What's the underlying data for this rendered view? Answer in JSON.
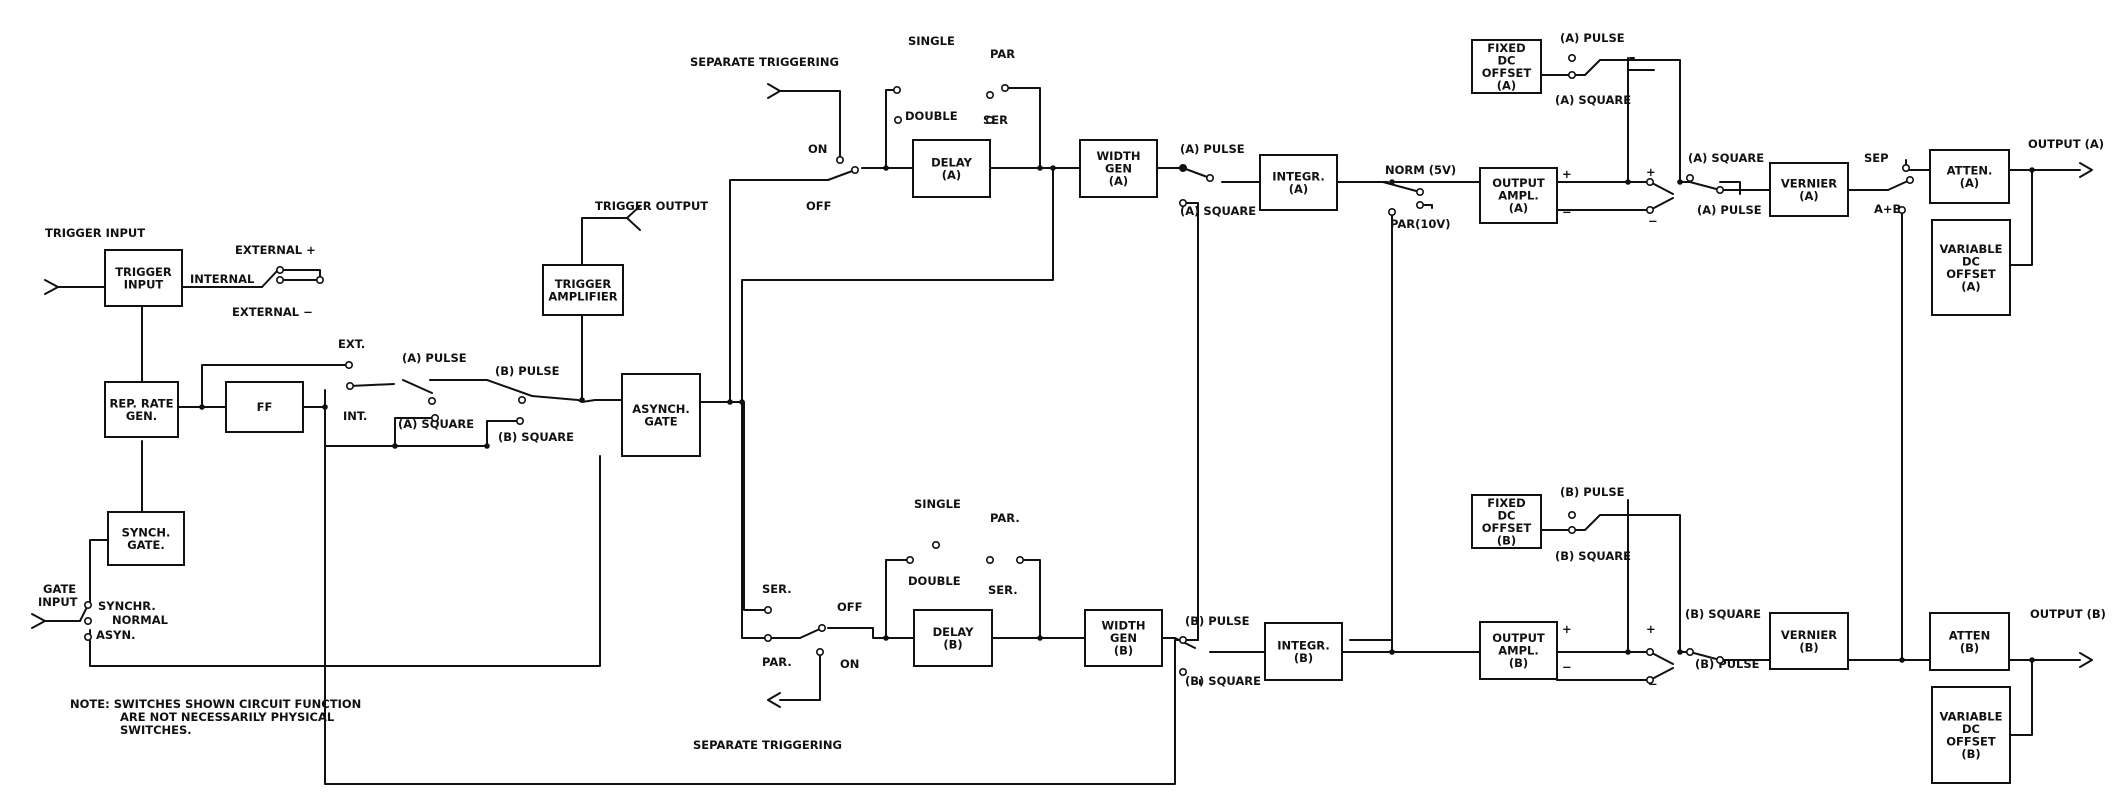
{
  "blocks": {
    "trigger_input": [
      "TRIGGER",
      "INPUT"
    ],
    "rep_rate_gen": [
      "REP. RATE",
      "GEN."
    ],
    "ff": [
      "FF"
    ],
    "synch_gate": [
      "SYNCH.",
      "GATE."
    ],
    "trigger_amplifier": [
      "TRIGGER",
      "AMPLIFIER"
    ],
    "asynch_gate": [
      "ASYNCH.",
      "GATE"
    ],
    "delay_a": [
      "DELAY",
      "(A)"
    ],
    "delay_b": [
      "DELAY",
      "(B)"
    ],
    "width_gen_a": [
      "WIDTH",
      "GEN",
      "(A)"
    ],
    "width_gen_b": [
      "WIDTH",
      "GEN",
      "(B)"
    ],
    "integr_a": [
      "INTEGR.",
      "(A)"
    ],
    "integr_b": [
      "INTEGR.",
      "(B)"
    ],
    "output_ampl_a": [
      "OUTPUT",
      "AMPL.",
      "(A)"
    ],
    "output_ampl_b": [
      "OUTPUT",
      "AMPL.",
      "(B)"
    ],
    "fixed_dc_offset_a": [
      "FIXED",
      "DC",
      "OFFSET",
      "(A)"
    ],
    "fixed_dc_offset_b": [
      "FIXED",
      "DC",
      "OFFSET",
      "(B)"
    ],
    "vernier_a": [
      "VERNIER",
      "(A)"
    ],
    "vernier_b": [
      "VERNIER",
      "(B)"
    ],
    "atten_a": [
      "ATTEN.",
      "(A)"
    ],
    "atten_b": [
      "ATTEN",
      "(B)"
    ],
    "variable_dc_offset_a": [
      "VARIABLE",
      "DC",
      "OFFSET",
      "(A)"
    ],
    "variable_dc_offset_b": [
      "VARIABLE",
      "DC",
      "OFFSET",
      "(B)"
    ]
  },
  "labels": {
    "trigger_input": "TRIGGER INPUT",
    "external_plus": "EXTERNAL +",
    "internal": "INTERNAL",
    "external_minus": "EXTERNAL −",
    "trigger_output": "TRIGGER OUTPUT",
    "ext": "EXT.",
    "int": "INT.",
    "a_pulse_sel": "(A) PULSE",
    "a_square_sel": "(A) SQUARE",
    "b_pulse_sel": "(B) PULSE",
    "b_square_sel": "(B) SQUARE",
    "gate_input_1": "GATE",
    "gate_input_2": "INPUT",
    "synchr": "SYNCHR.",
    "normal": "NORMAL",
    "asyn": "ASYN.",
    "separate_triggering_top": "SEPARATE TRIGGERING",
    "separate_triggering_bottom": "SEPARATE TRIGGERING",
    "on_top": "ON",
    "off_top": "OFF",
    "single_top": "SINGLE",
    "double_top": "DOUBLE",
    "par_top": "PAR",
    "ser_top": "SER",
    "ser_left": "SER.",
    "par_left": "PAR.",
    "off_bottom": "OFF",
    "on_bottom": "ON",
    "single_bottom": "SINGLE",
    "double_bottom": "DOUBLE",
    "par_bottom": "PAR.",
    "ser_bottom": "SER.",
    "a_pulse_wg": "(A)  PULSE",
    "a_square_wg": "(A)  SQUARE",
    "b_pulse_wg": "(B)  PULSE",
    "b_square_wg": "(B)  SQUARE",
    "norm_5v": "NORM (5V)",
    "par_10v": "PAR(10V)",
    "a_pulse_fixed": "(A)  PULSE",
    "a_square_fixed": "(A)  SQUARE",
    "b_pulse_fixed": "(B)  PULSE",
    "b_square_fixed": "(B)  SQUARE",
    "plus_a": "+",
    "minus_a": "−",
    "plus_b": "+",
    "minus_b": "−",
    "plus_sw_a": "+",
    "minus_sw_a": "−",
    "plus_sw_b": "+",
    "minus_sw_b": "−",
    "a_square_vern": "(A)  SQUARE",
    "a_pulse_vern": "(A)  PULSE",
    "b_square_vern": "(B)  SQUARE",
    "b_pulse_vern": "(B)  PULSE",
    "sep": "SEP",
    "a_plus_b": "A+B",
    "output_a": "OUTPUT (A)",
    "output_b": "OUTPUT (B)",
    "note_1": "NOTE: SWITCHES SHOWN CIRCUIT FUNCTION",
    "note_2": "ARE NOT NECESSARILY PHYSICAL",
    "note_3": "SWITCHES."
  }
}
